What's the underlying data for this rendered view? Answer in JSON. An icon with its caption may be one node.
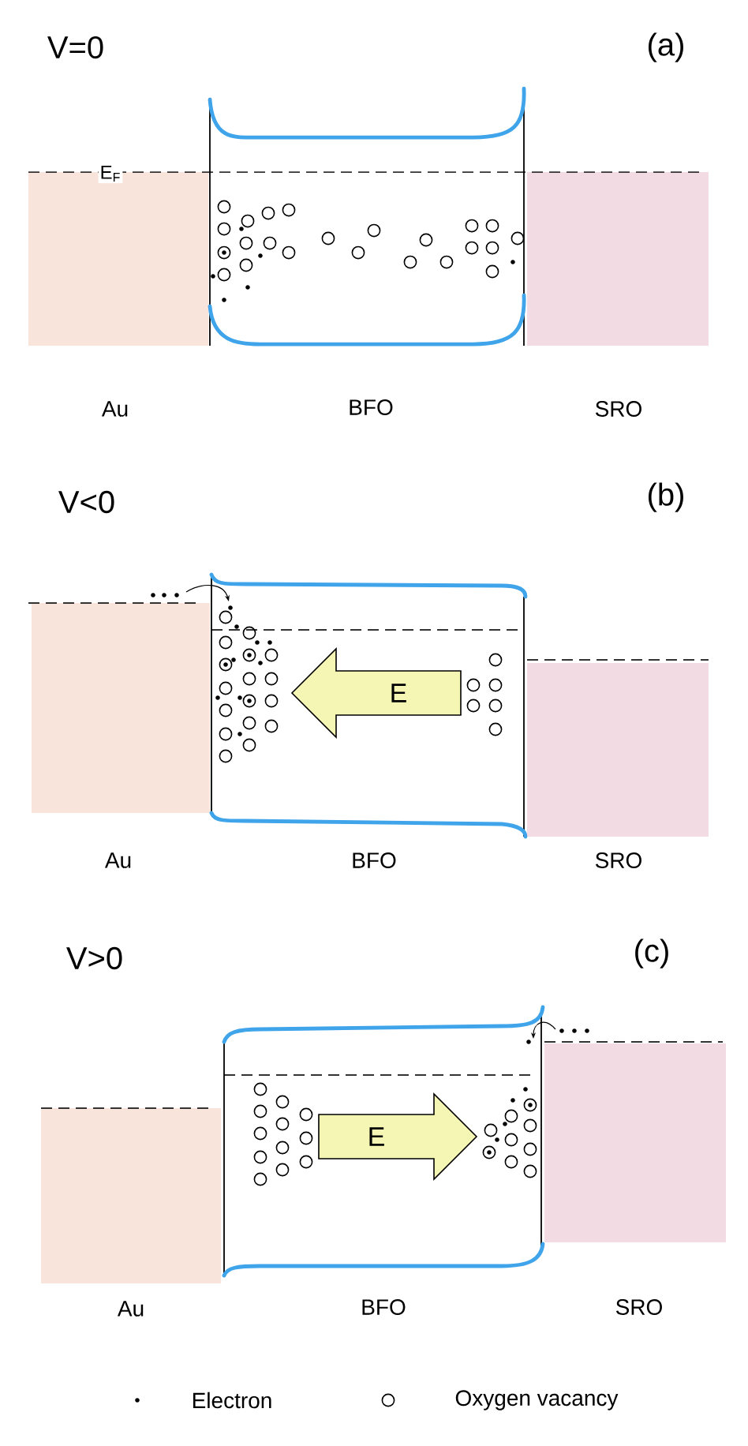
{
  "diagram": {
    "nodes": [
      {
        "text": [
          "E"
        ]
      },
      {
        "text": [
          "E"
        ]
      }
    ],
    "labels": [
      "V=0",
      "(a)",
      "E$_{F}$",
      "Au",
      "BFO",
      "SRO",
      "V<0",
      "(b)",
      "Au",
      "BFO",
      "SRO",
      "V>0",
      "(c)",
      "Au",
      "BFO",
      "SRO"
    ],
    "legend": [
      {
        "text": "Electron"
      },
      {
        "text": "Oxygen vacancy"
      }
    ]
  }
}
